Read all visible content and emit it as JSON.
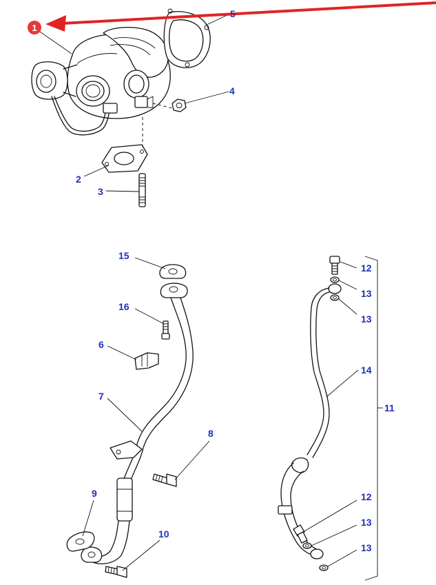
{
  "callouts": {
    "c1": "1",
    "c2": "2",
    "c3": "3",
    "c4": "4",
    "c5": "5",
    "c6": "6",
    "c7": "7",
    "c8": "8",
    "c9": "9",
    "c10": "10",
    "c11": "11",
    "c12a": "12",
    "c12b": "12",
    "c13a": "13",
    "c13b": "13",
    "c13c": "13",
    "c13d": "13",
    "c14": "14",
    "c15": "15",
    "c16": "16"
  },
  "colors": {
    "callout_text": "#1f2fb8",
    "highlight_arrow": "#e02424",
    "marker": "#e53935"
  },
  "icons": {
    "highlight": "red-arrow-icon",
    "marker": "red-circle-marker-icon"
  }
}
